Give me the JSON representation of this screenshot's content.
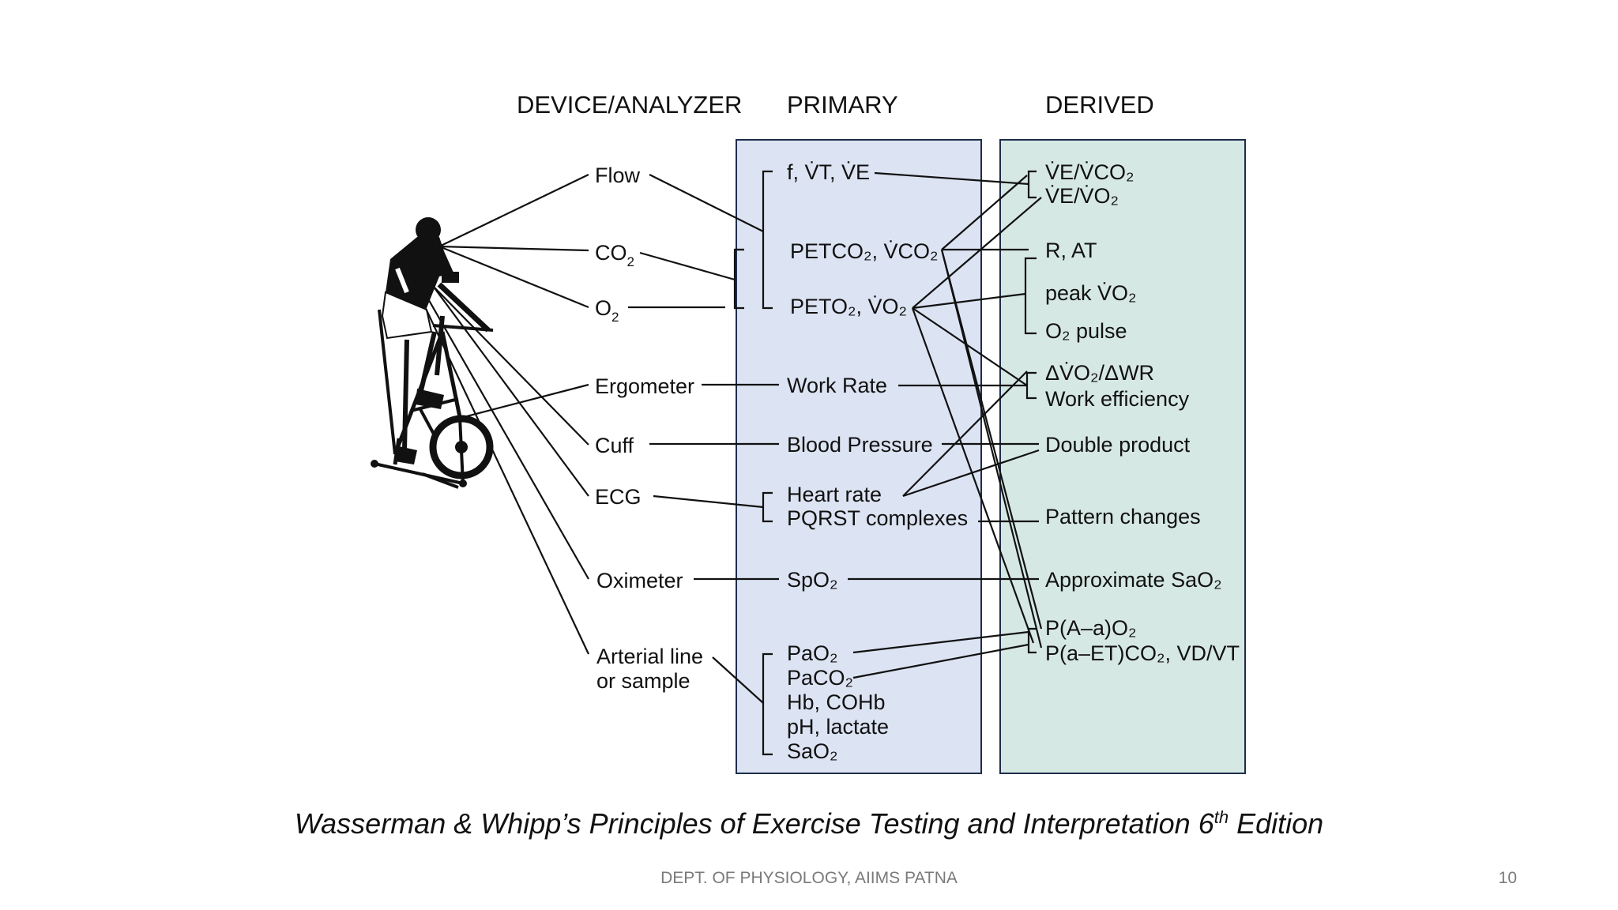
{
  "headers": {
    "device": "DEVICE/ANALYZER",
    "primary": "PRIMARY",
    "derived": "DERIVED"
  },
  "devices": {
    "flow": "Flow",
    "co2": "CO",
    "co2_sub": "2",
    "o2": "O",
    "o2_sub": "2",
    "ergometer": "Ergometer",
    "cuff": "Cuff",
    "ecg": "ECG",
    "oximeter": "Oximeter",
    "arterial_1": "Arterial line",
    "arterial_2": "or sample"
  },
  "primary": {
    "flow_vars": "f, V̇T, V̇E",
    "petco2": "PETCO₂, V̇CO₂",
    "peto2": "PETO₂, V̇O₂",
    "work_rate": "Work Rate",
    "blood_pressure": "Blood Pressure",
    "heart_rate": "Heart rate",
    "pqrst": "PQRST complexes",
    "spo2": "SpO₂",
    "pao2": "PaO₂",
    "paco2": "PaCO₂",
    "hb": "Hb, COHb",
    "ph": "pH, lactate",
    "sao2": "SaO₂"
  },
  "derived": {
    "ve_vco2": "V̇E/V̇CO₂",
    "ve_vo2": "V̇E/V̇O₂",
    "r_at": "R, AT",
    "peak_vo2": "peak V̇O₂",
    "o2_pulse": "O₂ pulse",
    "dvo2_dwr": "ΔV̇O₂/ΔWR",
    "work_efficiency": "Work efficiency",
    "double_product": "Double product",
    "pattern_changes": "Pattern changes",
    "approx_sao2": "Approximate SaO₂",
    "p_a_a_o2": "P(A–a)O₂",
    "p_a_et_co2": "P(a–ET)CO₂, VD/VT"
  },
  "caption": {
    "text": "Wasserman & Whipp’s Principles of Exercise Testing and Interpretation 6",
    "sup": "th",
    "tail": " Edition"
  },
  "footer": "DEPT. OF PHYSIOLOGY, AIIMS PATNA",
  "page_number": "10",
  "colors": {
    "primary_box": "#dce3f2",
    "derived_box": "#d6e8e3",
    "box_border": "#1f2d4a"
  },
  "icons": {
    "figure": "person-on-exercise-bike"
  }
}
